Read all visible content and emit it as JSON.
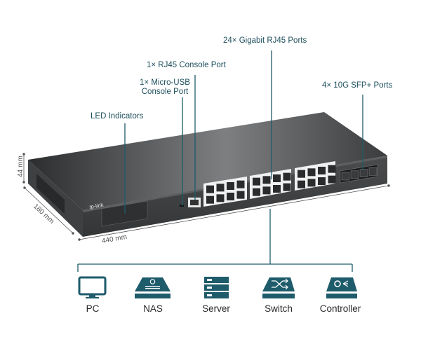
{
  "callouts": {
    "gigabit_ports": "24× Gigabit RJ45 Ports",
    "rj45_console": "1× RJ45 Console Port",
    "micro_usb_console_line1": "1× Micro-USB",
    "micro_usb_console_line2": "Console Port",
    "sfp_ports": "4× 10G SFP+ Ports",
    "led_indicators": "LED Indicators"
  },
  "dimensions": {
    "height": "44 mm",
    "depth": "180 mm",
    "width": "440 mm"
  },
  "product": {
    "brand": "tp-link",
    "port_count_rj45": 24,
    "port_count_sfp": 4
  },
  "devices": [
    {
      "label": "PC",
      "icon": "pc-monitor-icon"
    },
    {
      "label": "NAS",
      "icon": "nas-icon"
    },
    {
      "label": "Server",
      "icon": "server-icon"
    },
    {
      "label": "Switch",
      "icon": "switch-icon"
    },
    {
      "label": "Controller",
      "icon": "controller-icon"
    }
  ],
  "colors": {
    "accent": "#1e5b6b",
    "chassis": "#3a3c3e"
  }
}
